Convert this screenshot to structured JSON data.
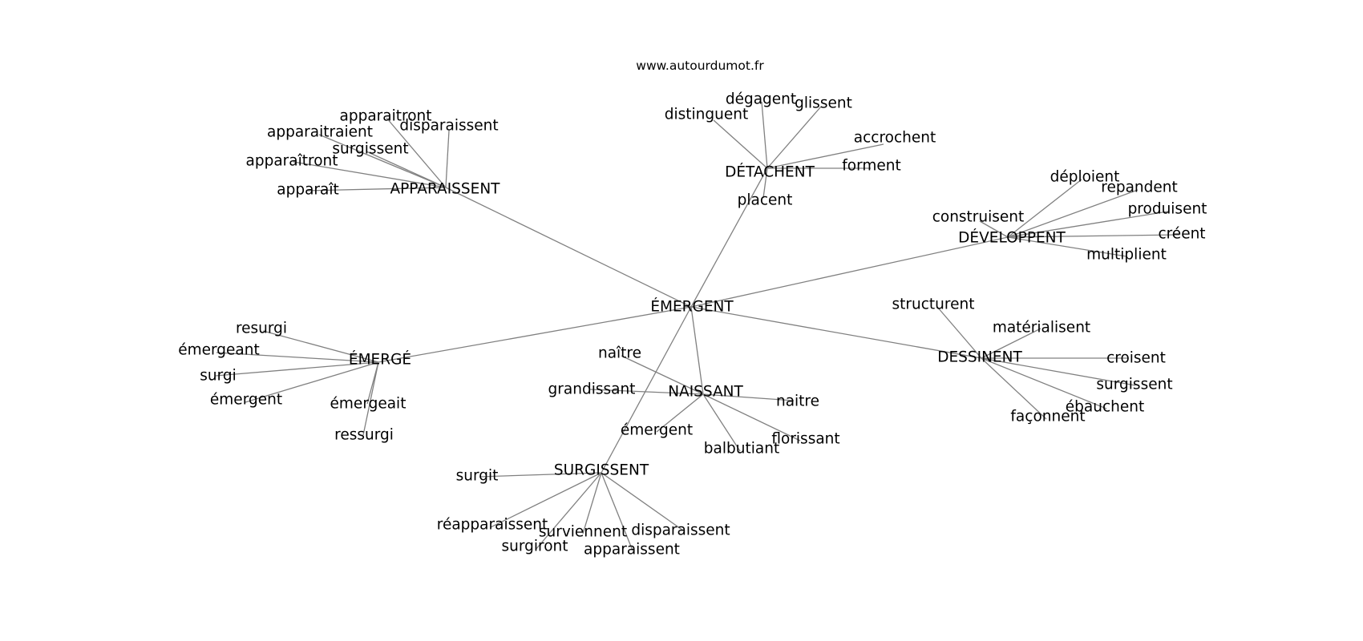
{
  "site": "www.autourdumot.fr",
  "graph": {
    "center": "ÉMERGENT",
    "clusters": [
      {
        "hub": "APPARAISSENT",
        "words": [
          "apparaitront",
          "disparaissent",
          "apparaitraient",
          "surgissent",
          "apparaîtront",
          "apparaît"
        ]
      },
      {
        "hub": "DÉTACHENT",
        "words": [
          "distinguent",
          "dégagent",
          "glissent",
          "accrochent",
          "forment",
          "placent"
        ]
      },
      {
        "hub": "DÉVELOPPENT",
        "words": [
          "déploient",
          "repandent",
          "produisent",
          "créent",
          "construisent",
          "multiplient"
        ]
      },
      {
        "hub": "ÉMERGÉ",
        "words": [
          "resurgi",
          "émergeant",
          "surgi",
          "émergent",
          "émergeait",
          "ressurgi"
        ]
      },
      {
        "hub": "NAISSANT",
        "words": [
          "naître",
          "grandissant",
          "naitre",
          "émergent",
          "florissant",
          "balbutiant"
        ]
      },
      {
        "hub": "DESSINENT",
        "words": [
          "structurent",
          "matérialisent",
          "croisent",
          "surgissent",
          "ébauchent",
          "façonnent"
        ]
      },
      {
        "hub": "SURGISSENT",
        "words": [
          "surgit",
          "réapparaissent",
          "surviennent",
          "disparaissent",
          "surgiront",
          "apparaissent"
        ]
      }
    ]
  }
}
